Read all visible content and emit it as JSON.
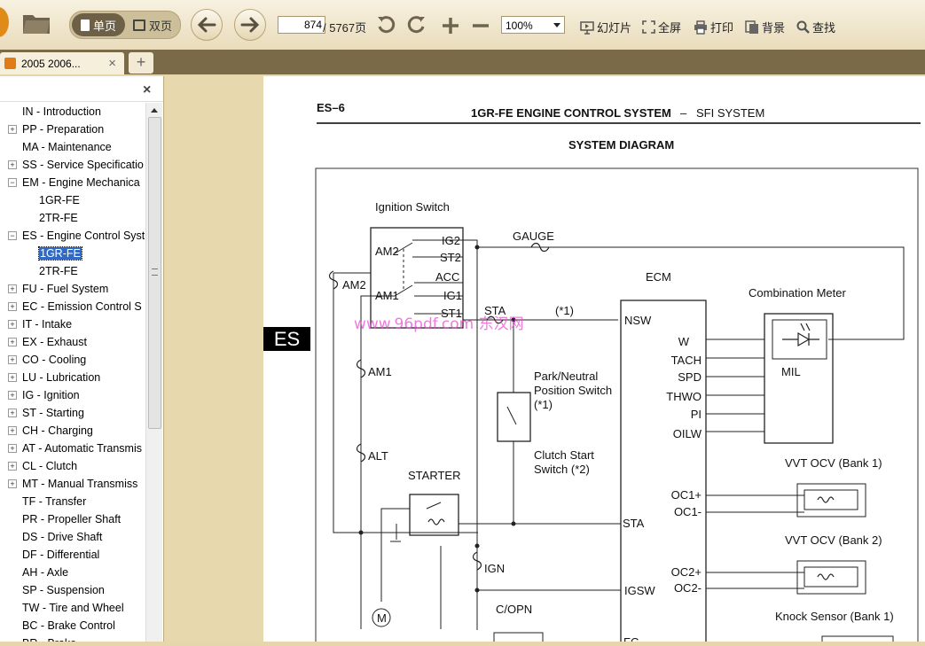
{
  "toolbar": {
    "single_page": "单页",
    "double_page": "双页",
    "page_current": "874",
    "page_total": "/ 5767页",
    "zoom": "100%",
    "slideshow": "幻灯片",
    "fullscreen": "全屏",
    "print": "打印",
    "background": "背景",
    "find": "查找"
  },
  "tabs": [
    {
      "label": "2005 2006..."
    }
  ],
  "tree": [
    {
      "label": "IN - Introduction",
      "level": 0,
      "expander": "none"
    },
    {
      "label": "PP - Preparation",
      "level": 0,
      "expander": "plus"
    },
    {
      "label": "MA - Maintenance",
      "level": 0,
      "expander": "none"
    },
    {
      "label": "SS - Service Specificatio",
      "level": 0,
      "expander": "plus"
    },
    {
      "label": "EM - Engine Mechanica",
      "level": 0,
      "expander": "minus"
    },
    {
      "label": "1GR-FE",
      "level": 1,
      "expander": "none"
    },
    {
      "label": "2TR-FE",
      "level": 1,
      "expander": "none"
    },
    {
      "label": "ES - Engine Control Syst",
      "level": 0,
      "expander": "minus"
    },
    {
      "label": "1GR-FE",
      "level": 1,
      "expander": "none",
      "selected": true
    },
    {
      "label": "2TR-FE",
      "level": 1,
      "expander": "none"
    },
    {
      "label": "FU - Fuel System",
      "level": 0,
      "expander": "plus"
    },
    {
      "label": "EC - Emission Control S",
      "level": 0,
      "expander": "plus"
    },
    {
      "label": "IT - Intake",
      "level": 0,
      "expander": "plus"
    },
    {
      "label": "EX - Exhaust",
      "level": 0,
      "expander": "plus"
    },
    {
      "label": "CO - Cooling",
      "level": 0,
      "expander": "plus"
    },
    {
      "label": "LU - Lubrication",
      "level": 0,
      "expander": "plus"
    },
    {
      "label": "IG - Ignition",
      "level": 0,
      "expander": "plus"
    },
    {
      "label": "ST - Starting",
      "level": 0,
      "expander": "plus"
    },
    {
      "label": "CH - Charging",
      "level": 0,
      "expander": "plus"
    },
    {
      "label": "AT - Automatic Transmis",
      "level": 0,
      "expander": "plus"
    },
    {
      "label": "CL - Clutch",
      "level": 0,
      "expander": "plus"
    },
    {
      "label": "MT - Manual Transmiss",
      "level": 0,
      "expander": "plus"
    },
    {
      "label": "TF - Transfer",
      "level": 0,
      "expander": "none"
    },
    {
      "label": "PR - Propeller Shaft",
      "level": 0,
      "expander": "none"
    },
    {
      "label": "DS - Drive Shaft",
      "level": 0,
      "expander": "none"
    },
    {
      "label": "DF - Differential",
      "level": 0,
      "expander": "none"
    },
    {
      "label": "AH - Axle",
      "level": 0,
      "expander": "none"
    },
    {
      "label": "SP - Suspension",
      "level": 0,
      "expander": "none"
    },
    {
      "label": "TW - Tire and Wheel",
      "level": 0,
      "expander": "none"
    },
    {
      "label": "BC - Brake Control",
      "level": 0,
      "expander": "none"
    },
    {
      "label": "BR - Brake",
      "level": 0,
      "expander": "none"
    }
  ],
  "doc": {
    "page_id": "ES–6",
    "header_main": "1GR-FE ENGINE CONTROL SYSTEM",
    "header_dash": "–",
    "header_sub": "SFI SYSTEM",
    "title": "SYSTEM DIAGRAM",
    "section_tag": "ES",
    "watermark": "www.96pdf.com 东汉网"
  },
  "diagram": {
    "ignition_switch": "Ignition Switch",
    "am2_term": "AM2",
    "am1_term": "AM1",
    "ig2": "IG2",
    "st2": "ST2",
    "acc": "ACC",
    "ig1": "IG1",
    "st1": "ST1",
    "gauge": "GAUGE",
    "am2_fuse": "AM2",
    "am1_fuse": "AM1",
    "alt_fuse": "ALT",
    "sta_wire": "STA",
    "note1": "(*1)",
    "ecm": "ECM",
    "nsw": "NSW",
    "combination_meter": "Combination Meter",
    "ecm_pins": [
      "W",
      "TACH",
      "SPD",
      "THWO",
      "PI",
      "OILW"
    ],
    "mil": "MIL",
    "park_neutral_l1": "Park/Neutral",
    "park_neutral_l2": "Position Switch",
    "park_neutral_l3": "(*1)",
    "clutch_l1": "Clutch Start",
    "clutch_l2": "Switch (*2)",
    "starter": "STARTER",
    "sta_pin": "STA",
    "ign": "IGN",
    "igsw": "IGSW",
    "copn": "C/OPN",
    "fc": "FC",
    "vvt1": "VVT OCV (Bank 1)",
    "oc1p": "OC1+",
    "oc1m": "OC1-",
    "vvt2": "VVT OCV (Bank 2)",
    "oc2p": "OC2+",
    "oc2m": "OC2-",
    "knock1": "Knock Sensor (Bank 1)",
    "motor": "M"
  }
}
